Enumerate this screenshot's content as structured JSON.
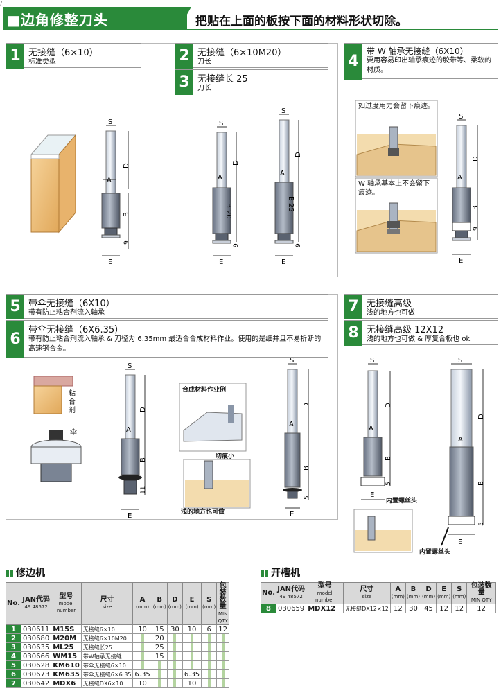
{
  "corner": "/",
  "header": {
    "title": "■边角修整刀头",
    "subtitle": "把贴在上面的板按下面的材料形状切除。"
  },
  "panels": [
    {
      "num": "1",
      "title": "无接缝（6×10）",
      "sub": "标准类型"
    },
    {
      "num": "2",
      "title": "无接缝（6×10M20）",
      "sub": "刀长"
    },
    {
      "num": "3",
      "title": "无接缝长 25",
      "sub": "刀长"
    },
    {
      "num": "4",
      "title": "带 W 轴承无接缝（6X10）",
      "sub": "要用容易印出轴承痕迹的胶带等、柔软的材质。"
    },
    {
      "num": "5",
      "title": "带伞无接缝（6X10）",
      "sub": "带有防止粘合剂流入轴承"
    },
    {
      "num": "6",
      "title": "带伞无接缝（6X6.35）",
      "sub": "带有防止粘合剂流入轴承 & 刀径为 6.35mm 最适合合成材料作业。使用的是细并且不易折断的高速钢合金。"
    },
    {
      "num": "7",
      "title": "无接缝高级",
      "sub": "浅的地方也可做"
    },
    {
      "num": "8",
      "title": "无接缝高级 12X12",
      "sub": "浅的地方也可做 & 厚复合板也 ok"
    }
  ],
  "dims": {
    "s": "S",
    "d": "D",
    "a": "A",
    "b": "B",
    "e": "E",
    "nine": "9",
    "b20": "B 20",
    "b25": "B 25",
    "eleven": "11",
    "five": "5"
  },
  "notes": {
    "p4_top": "如过度用力会留下痕迹。",
    "p4_bottom": "W 轴承基本上不会留下痕迹。",
    "p5_glue": "粘合剂",
    "p5_umbrella": "伞",
    "p6_example": "合成材料作业例",
    "p6_cut": "切痕小",
    "p6_shallow": "浅的地方也可做",
    "p7_screw": "内置螺丝头",
    "p8_screw": "内置螺丝头"
  },
  "trim_table": {
    "section_title": "修边机",
    "headers": [
      {
        "main": "No.",
        "sub": ""
      },
      {
        "main": "JAN代码",
        "sub": "49 48572"
      },
      {
        "main": "型号",
        "sub": "model number"
      },
      {
        "main": "尺寸",
        "sub": "size"
      },
      {
        "main": "A",
        "sub": "(mm)"
      },
      {
        "main": "B",
        "sub": "(mm)"
      },
      {
        "main": "D",
        "sub": "(mm)"
      },
      {
        "main": "E",
        "sub": "(mm)"
      },
      {
        "main": "S",
        "sub": "(mm)"
      },
      {
        "main": "包装数量",
        "sub": "MIN QTY"
      }
    ],
    "rows": [
      [
        "1",
        "030611",
        "M15S",
        "无接缝6×10",
        "10",
        "15",
        "30",
        "10",
        "6",
        "12"
      ],
      [
        "2",
        "030680",
        "M20M",
        "无接缝6×10M20",
        "",
        "20",
        "",
        "",
        "",
        ""
      ],
      [
        "3",
        "030635",
        "ML25",
        "无接缝长25",
        "",
        "25",
        "",
        "",
        "",
        ""
      ],
      [
        "4",
        "030666",
        "WM15",
        "带W轴承无接缝",
        "",
        "15",
        "",
        "",
        "",
        ""
      ],
      [
        "5",
        "030628",
        "KM610",
        "带伞无接缝6×10",
        "",
        "",
        "",
        "",
        "",
        ""
      ],
      [
        "6",
        "030673",
        "KM635",
        "带伞无接缝6×6.35",
        "6.35",
        "",
        "",
        "6.35",
        "",
        ""
      ],
      [
        "7",
        "030642",
        "MDX6",
        "无接缝DX6×10",
        "10",
        "",
        "",
        "10",
        "",
        ""
      ]
    ]
  },
  "slot_table": {
    "section_title": "开槽机",
    "headers": [
      {
        "main": "No.",
        "sub": ""
      },
      {
        "main": "JAN代码",
        "sub": "49 48572"
      },
      {
        "main": "型号",
        "sub": "model number"
      },
      {
        "main": "尺寸",
        "sub": "size"
      },
      {
        "main": "A",
        "sub": "(mm)"
      },
      {
        "main": "B",
        "sub": "(mm)"
      },
      {
        "main": "D",
        "sub": "(mm)"
      },
      {
        "main": "E",
        "sub": "(mm)"
      },
      {
        "main": "S",
        "sub": "(mm)"
      },
      {
        "main": "包装数量",
        "sub": "MIN QTY"
      }
    ],
    "rows": [
      [
        "8",
        "030659",
        "MDX12",
        "无接缝DX12×12",
        "12",
        "30",
        "45",
        "12",
        "12",
        "12"
      ]
    ]
  }
}
